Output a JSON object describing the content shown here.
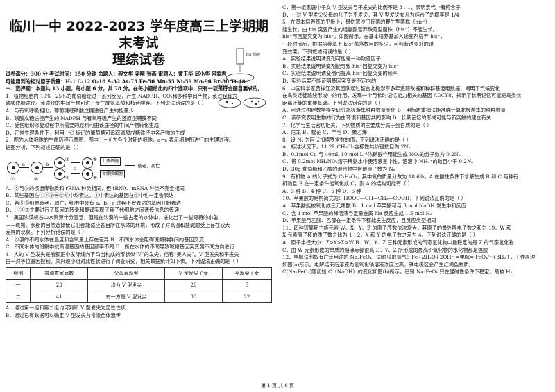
{
  "header": {
    "title": "临川一中 2022-2023 学年度高三上学期期末考试",
    "subtitle": "理综试卷",
    "info": "试卷满分：300 分  考试时间：150 分钟  命题人：程文华  尧翔  张燕   审题人：黄玉华  邱小华  吕家君",
    "atomic_masses": "可能用到的相对原子质量：H-1 C-12 O-16 S-32 As-75 Fe-56 Mn-55 Ni-59 Mo-96 Br-80 Ti-48",
    "section1": "一、选择题：本题共 13 小题，每小题 6 分，共 78 分。在每小题给出的四个选项中，只有一项是符合题目要求的。"
  },
  "left_lines": [
    "1．植物细胞内 10%~25%的葡萄糖经过一系列反应，产生 NADPH、CO₂和多种中间产物，该过程称为",
    "磷酸戊糖途径。该途径的中间产物可进一步生成氨基酸和核苷酸等。下列说法错误的是（    ）",
    "A．与有氧呼吸相比，葡萄糖经磷酸戊糖途径产生的能量少",
    "B．磷酸戊糖途径产生的 NADPH 与有氧呼吸产生的还原型辅酶不同",
    "C．受伤组织修复过程中所需要的原料可由该途径的中间产物转化生成",
    "D．正常生理条件下，利用 ¹⁴C 标记的葡萄糖可追踪磷酸戊糖途径中各产物的生成",
    "2．图为人体细胞的生命历程示意图，图中①~⑥为各个时期的细胞，a~c 表示细胞所进行的生理过程。",
    "据图分析，下列叙述正确的是（    ）"
  ],
  "q2_diagram": {
    "labels": [
      "①",
      "②",
      "③",
      "④",
      "⑤",
      "⑥",
      "a",
      "b",
      "c"
    ],
    "box1": "上皮细胞",
    "box2": "骨骼肌细胞",
    "box3": "衰老、凋亡"
  },
  "left_lines_2": [
    "A．⑤与⑥的核遗传物质和 rRNA 种类相同，但 tRNA、mRNA 种类不完全相同",
    "B．某些基因在①②③④⑤⑥中均表达，①中表达的基因在⑤中也一定会表达",
    "C．若⑤⑥细胞衰老，凋亡，细胞中会有 a、b、c 过程不曾表达的基因开始表达",
    "D．①②③主要进行了基因的转录和翻译实现了亲子代细胞之间遗传信息的传递",
    "3．美国沙漠峡谷中水资源十分匮乏，但是在沙漠的一些古老的水体中，进化出了一些奇特的小鱼",
    "——斑鳉。长期的自然选择使它们都能适应各自所在水体的环境，形成了对高温和盐碱耐受上存在较大",
    "差异的现象。下列分析错误的是（    ）",
    "A．沙漠的不同水体在温度和含氧量上存在差异     B．不同水体会阻碍斑鳉种群间的基因交流",
    "C．不同水体的斑鳉中抗高温基因的基因频率不同  D．所在水体的不同导致斑鳉基因突变朝不同方向进行",
    "4．人的 V 型发失是前额正中发际线向下凸出构成的形状似“V”的发尖，俗称“美人尖”。V 型发尖和平发尖",
    "由一对等位基因控制。某兴趣小组对此性状进行了调查研究，相关数据统计如下表。下列说法正确的是（    ）"
  ],
  "table": {
    "headers": [
      "组别",
      "被调查家庭数",
      "父母表现型",
      "V 型发尖子女",
      "平发尖子女"
    ],
    "rows": [
      [
        "一",
        "28",
        "均为 V 型发尖",
        "26",
        "5"
      ],
      [
        "二",
        "41",
        "有一方是 V 型发尖",
        "33",
        "22"
      ]
    ]
  },
  "left_lines_3": [
    "A．通过第一组和第二组均可判断 V 型发尖为显性性状",
    "B．通过已有数据可以确定 V 型发尖为常染色体遗传"
  ],
  "right_lines": [
    "C．第一组家庭中子女 V 型发尖与平发尖的比例不是 3∶1，表明亲代中有纯合子",
    "D．一对 V 型发尖父母的儿子为平发尖，其 V 型发尖女儿为纯合子的概率是 1/4",
    "5．在基本培养基的平板上，鼠伤寒沙门氏菌的野生型菌株（his⁺）",
    "能生长，由 his 突变产生的组氨酸营养缺陷型菌株（his⁻）不能生长。",
    "his⁻可回复突变为 his⁺。如图所示，在基本培养基加入诱变剂培养 his⁻，",
    "一段时间后，根据培养基上 his⁺菌落数目的多少，可判断诱变剂的诱",
    "变效果。下列叙述错误的是（    ）",
    "A．实验结果说明诱变剂可能是一种致癌因子",
    "B．实验结果说明诱变剂能导致 his⁻回复突变为 his⁺",
    "C．实验结果说明诱变剂可提高 his⁻回复突变的频率",
    "D．实验结果不能证明基因突变是不定向的",
    "6．中国科学家曾祥江及其团队通过整合北极游隼多年追踪数据和种群基因组数据，阐明了气候变化",
    "在鸟类迁徙路线形成中的作用，发现一个与长时记忆能力相关的基因 ADCY8，揭示了长期记忆可能是鸟类长",
    "距离迁徙的重要基础。下列说法错误的是（    ）",
    "A．可通过构建数学模型研究北极游隼种群数量变化  B．用标志重捕法能准确计算北极游隼的种群数量",
    "C．该研究表明生物的行为由环境和基因共同影响      D．长期记忆的形成可能与新突触的建立有关",
    "7．化学与生活密切相关，下列物质的主要成分属于蛋白质的是（    ）",
    "A．尼龙               B．棉花               C．羊毛               D．聚乙烯",
    "8．设 Nₐ 为阿伏加德罗常数的值，下列说法正确的是（    ）",
    "A．标准状况下，11.2L CH₂Cl₂含极性共价键数目为 2Nₐ",
    "B．0.1mol Cu 与 40mL 10 mol·L⁻¹浓硝酸作用能生成 NO₂的分子数为 0.2Nₐ",
    "C．将 0.2mol NH₄NO₃溶于稀氨水中使溶液呈中性，溶液中 NH₄⁺的数目小于 0.2Nₐ",
    "D．30g 葡萄糖和乙酸的混合物中含碳原子数为 Nₐ",
    "9．有机物 A 的分子式为 C₄H₈O₃，其中氧的质量分数为 18.6%。A 在酸性条件下水解生成 B 和 C 两种有",
    "机物且 B 在一定条件能氧化成 C，则 A 的结构可能有（    ）",
    "A．3 种              B．4 种              C．5 种              D．6 种",
    "10．苹果酸的结构简式为：HOOC—CH—CH₂—COOH，下列说法正确的是（    ）",
    "A．苹果酸能被氧化成三元羧酸                B．1 mol 苹果酸可与 3 mol NaOH 发生中和反应",
    "C．含 1 mol 苹果酸的稀溶液与足量金属 Na 反应生成 1.5 mol H₂",
    "D．苹果酸与乙酸、乙醇在一定条件下都能发生反应，且反应类型相同",
    "11．四种短周期主族元素 W、X、Y、Z 的原子序数依次增大，其原子的最外层电子数之和为 19，W 和",
    "X 元素原子核的质子数之比为 1∶2，X 和 Y 的电子数之差为 4。下列说法正确的是（    ）",
    "A．原子半径大小：Z>Y>X>W  B．W、Y、Z 三种元素形成的气态氢化物中最稳定的是 Z 的气态氢化物",
    "C．由 W 元素形成的单质的熔沸点都很高          D．Y、Z 所形成的最高价氧化物的水化物都是强酸",
    "12．电解法制取有广泛用途的 Na₂FeO₄，同时获取氢气：Fe+2H₂O+2OH⁻ =电解= FeO₄²⁻+3H₂↑，工作原理",
    "如图(a)所示。电解结束后溶液为氢氧化钠溶液浓度过高，铁电极区会产生红褐色物质。",
    "C(Na₂FeO₄)随初始 C（NaOH）的变化如图(b)所示。已知 Na₂FeO₄ 只在强碱性条件下稳定，易被 H₂"
  ],
  "figure": {
    "caption1": "his⁻菌液",
    "caption2": "诱变剂",
    "caption3": "培养"
  },
  "footer": "第  1  页    共  6  页"
}
